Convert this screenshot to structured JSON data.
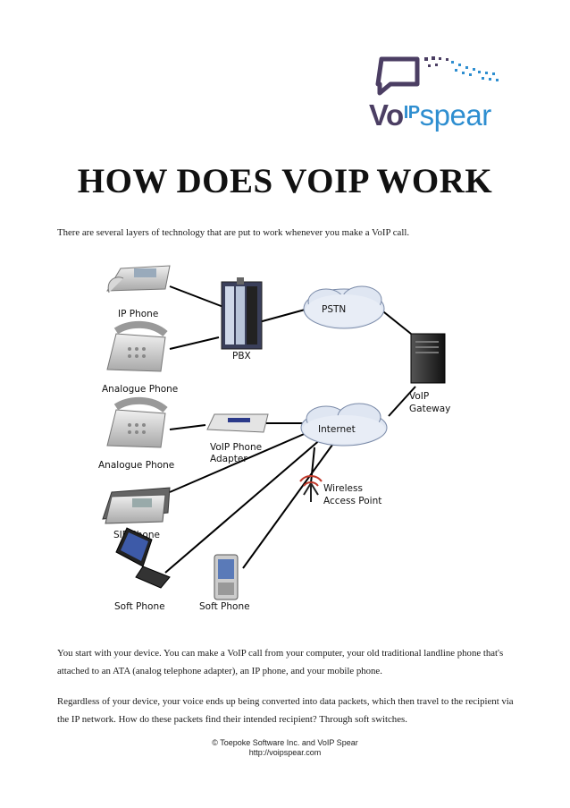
{
  "logo": {
    "prefix": "Vo",
    "mark": "IP",
    "suffix": "spear",
    "colors": {
      "dark": "#4b3e63",
      "blue": "#2e8ed0"
    }
  },
  "title": "HOW DOES VOIP WORK",
  "intro": "There are several layers of technology that are put to work whenever you make a VoIP call.",
  "diagram": {
    "labels": {
      "ip_phone": "IP Phone",
      "pbx": "PBX",
      "pstn": "PSTN",
      "analogue_phone_1": "Analogue Phone",
      "voip_gateway_line1": "VoIP",
      "voip_gateway_line2": "Gateway",
      "internet": "Internet",
      "analogue_phone_2": "Analogue Phone",
      "adapter_line1": "VoIP Phone",
      "adapter_line2": "Adapter",
      "wap_line1": "Wireless",
      "wap_line2": "Access Point",
      "sip_phone": "SIP Phone",
      "soft_phone_laptop": "Soft Phone",
      "soft_phone_mobile": "Soft Phone"
    }
  },
  "paragraph2": "You start with your device. You can make a VoIP call from your computer, your old traditional landline phone that's attached to an ATA (analog telephone adapter), an IP phone, and your mobile phone.",
  "paragraph3": "Regardless of your device, your voice ends up being converted into data packets, which then travel to the recipient via the IP network. How do these packets find their intended recipient? Through soft switches.",
  "footer": {
    "line1": "© Toepoke Software Inc. and VoIP Spear",
    "line2": "http://voipspear.com"
  }
}
